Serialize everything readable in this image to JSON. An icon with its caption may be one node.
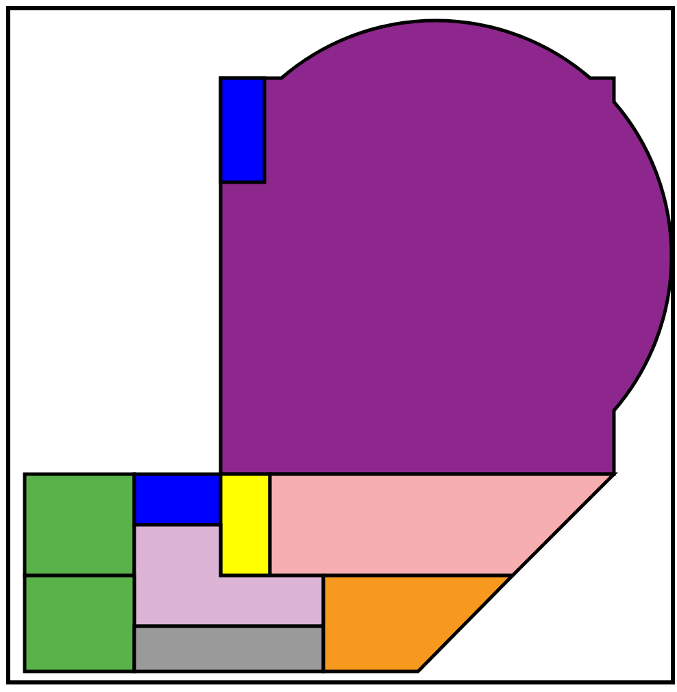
{
  "diagram": {
    "nodes": [
      {
        "text": [],
        "shape": "circle"
      },
      {
        "text": [],
        "shape": "box",
        "in": 0
      },
      {
        "text": [],
        "shape": "box"
      },
      {
        "text": [],
        "shape": "box"
      },
      {
        "text": [],
        "shape": "box"
      },
      {
        "text": [],
        "shape": "polygon"
      },
      {
        "text": [],
        "shape": "polygon"
      },
      {
        "text": [],
        "shape": "box"
      },
      {
        "text": [],
        "shape": "box"
      },
      {
        "text": [],
        "shape": "polygon"
      }
    ]
  }
}
